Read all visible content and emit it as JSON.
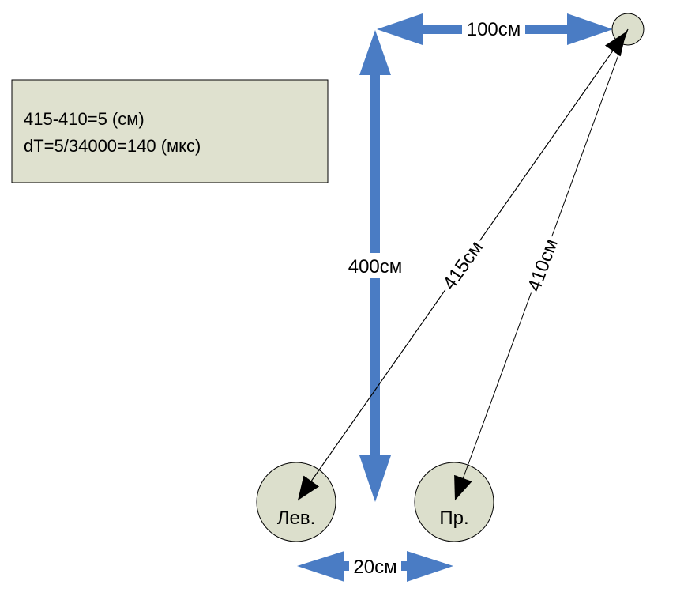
{
  "note_box": {
    "line1": "415-410=5 (см)",
    "line2": "dT=5/34000=140 (мкс)"
  },
  "dimensions": {
    "horizontal_top": "100см",
    "vertical": "400см",
    "bottom": "20см",
    "left_distance": "415см",
    "right_distance": "410см"
  },
  "microphones": {
    "left": "Лев.",
    "right": "Пр."
  },
  "colors": {
    "arrow": "#4a7cc4",
    "circle_fill": "#dcdfcc",
    "box_fill": "#dfe1cf"
  }
}
